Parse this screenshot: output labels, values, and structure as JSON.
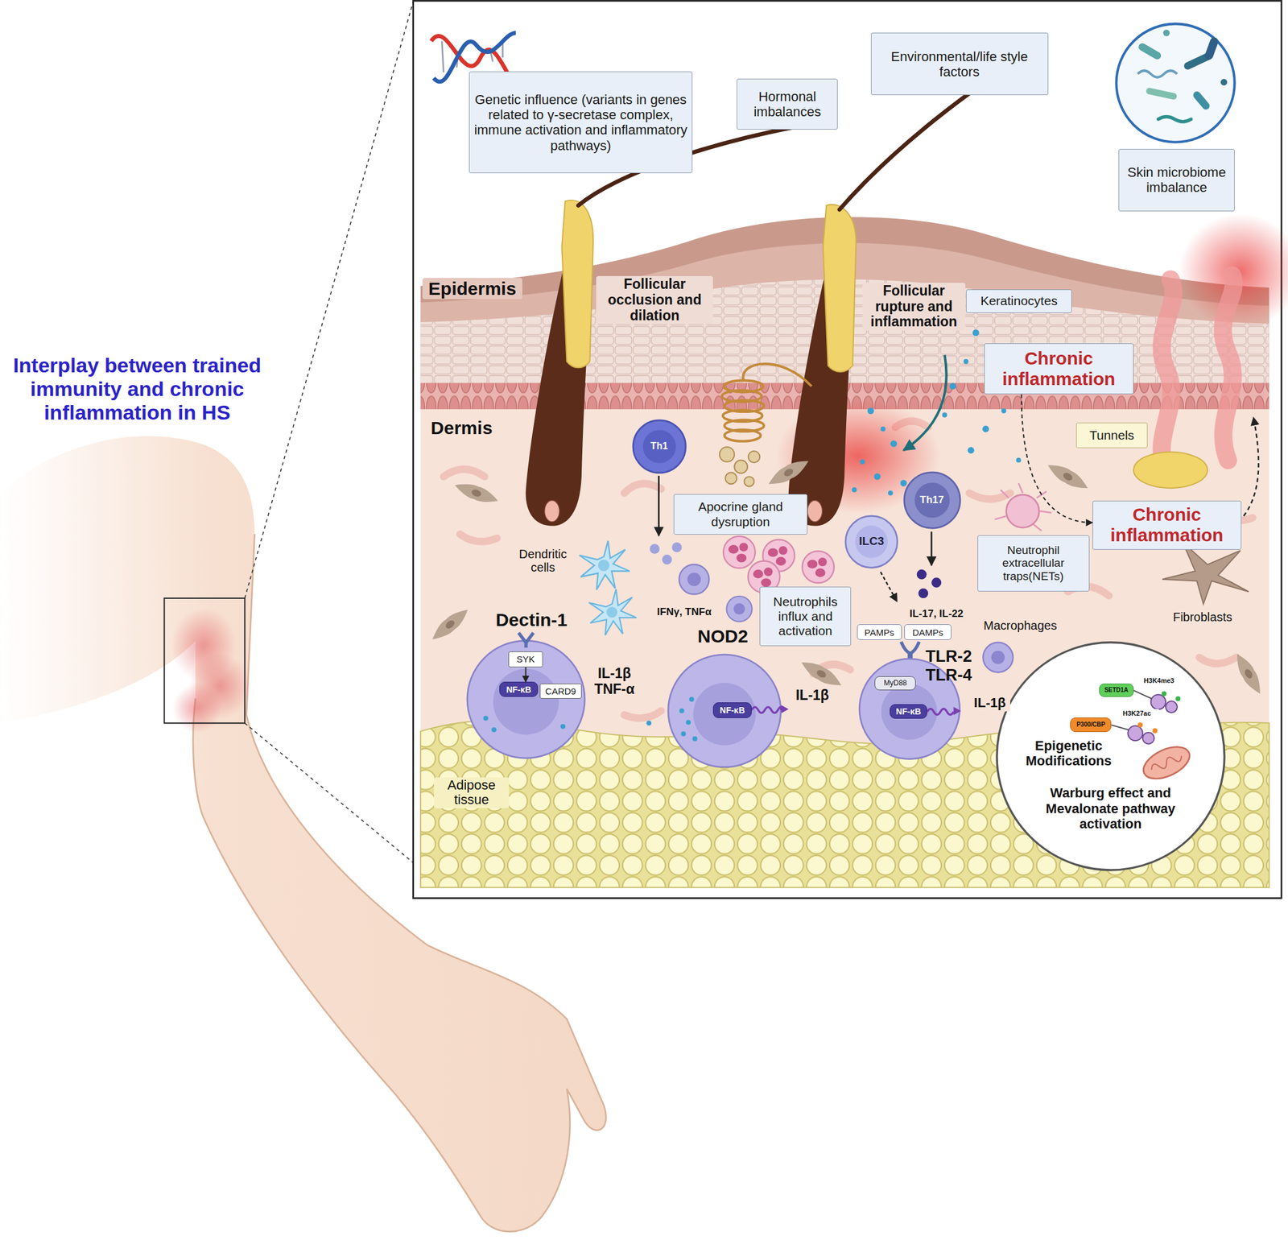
{
  "diagram": {
    "title": "Interplay between trained immunity and chronic inflammation in HS",
    "nodes": [
      {
        "text": [
          "Genetic influence (variants in genes related to γ-secretase complex, immune activation and inflammatory pathways)"
        ]
      },
      {
        "text": [
          "Hormonal imbalances"
        ]
      },
      {
        "text": [
          "Environmental/life style factors"
        ]
      },
      {
        "text": [
          "Skin microbiome imbalance"
        ]
      },
      {
        "text": [
          "Keratinocytes"
        ]
      },
      {
        "text": [
          "Chronic inflammation"
        ]
      },
      {
        "text": [
          "Tunnels"
        ]
      },
      {
        "text": [
          "Th1"
        ]
      },
      {
        "text": [
          "Apocrine gland dysruption"
        ]
      },
      {
        "text": [
          "Th17"
        ]
      },
      {
        "text": [
          "ILC3"
        ]
      },
      {
        "text": [
          "Chronic inflammation"
        ]
      },
      {
        "text": [
          "Neutrophil extracellular traps(NETs)"
        ]
      },
      {
        "text": [
          "Neutrophils influx and activation"
        ]
      },
      {
        "text": [
          "PAMPs"
        ]
      },
      {
        "text": [
          "DAMPs"
        ]
      },
      {
        "text": [
          "Dectin-1"
        ]
      },
      {
        "text": [
          "SYK"
        ],
        "in": 16
      },
      {
        "text": [
          "NF-κB"
        ],
        "in": 16
      },
      {
        "text": [
          "CARD9"
        ],
        "in": 16
      },
      {
        "text": [
          "NOD2"
        ]
      },
      {
        "text": [
          "NF-κB"
        ],
        "in": 20
      },
      {
        "text": [
          "TLR-2 TLR-4"
        ]
      },
      {
        "text": [
          "MyD88"
        ],
        "in": 22
      },
      {
        "text": [
          "NF-κB"
        ],
        "in": 22
      },
      {
        "text": [
          "Epigenetic Modifications",
          "Warburg effect and Mevalonate pathway activation"
        ]
      },
      {
        "text": [
          "SETD1A"
        ],
        "in": 25
      },
      {
        "text": [
          "P300/CBP"
        ],
        "in": 25
      }
    ],
    "edges": [
      {
        "from": 17,
        "to": 18,
        "arrow": "to"
      },
      {
        "from": 5,
        "to": 11,
        "arrow": "to"
      }
    ],
    "labels": [
      "Epidermis",
      "Dermis",
      "Follicular occlusion and dilation",
      "Follicular rupture and inflammation",
      "Dendritic cells",
      "IFNγ, TNFα",
      "IL-1β TNF-α",
      "IL-1β",
      "IL-17, IL-22",
      "Macrophages",
      "IL-1β",
      "Fibroblasts",
      "Adipose tissue",
      "H3K4me3",
      "H3K27ac"
    ]
  }
}
